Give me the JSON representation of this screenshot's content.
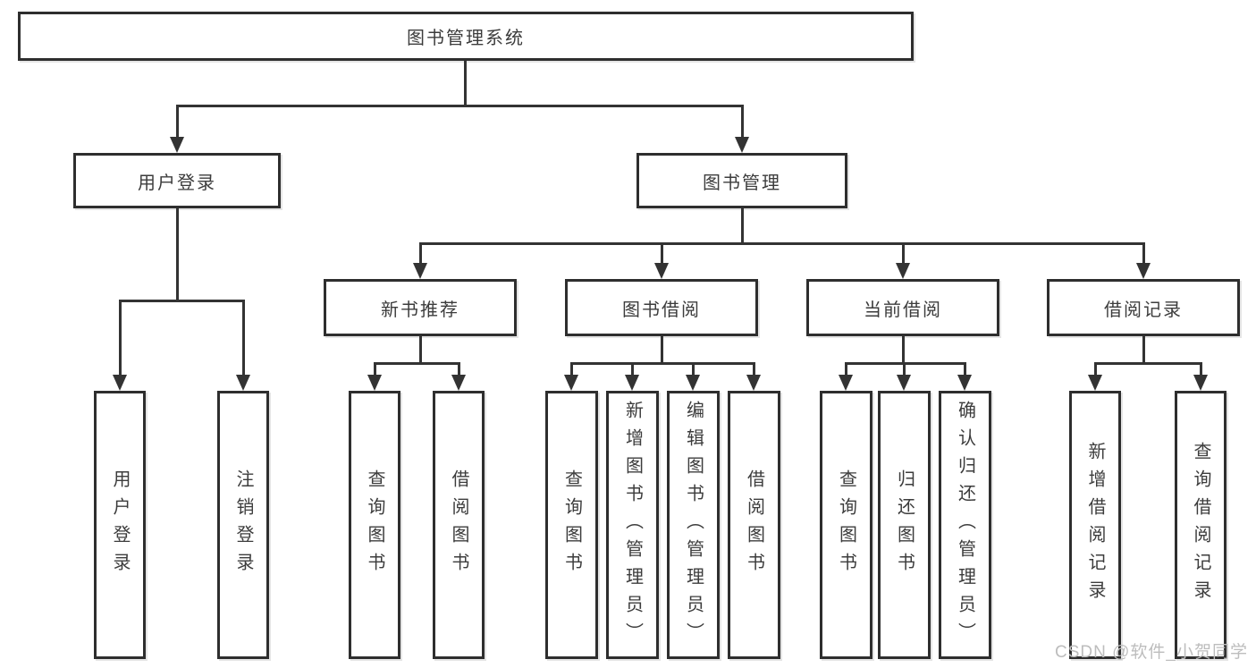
{
  "diagram": {
    "root_label": "图书管理系统",
    "level1": [
      {
        "label": "用户登录"
      },
      {
        "label": "图书管理"
      }
    ],
    "level2": [
      {
        "label": "新书推荐"
      },
      {
        "label": "图书借阅"
      },
      {
        "label": "当前借阅"
      },
      {
        "label": "借阅记录"
      }
    ],
    "leaves": {
      "user_login": [
        "用户登录",
        "注销登录"
      ],
      "new_book_recommend": [
        "查询图书",
        "借阅图书"
      ],
      "book_borrowing": [
        "查询图书",
        "新增图书（管理员）",
        "编辑图书（管理员）",
        "借阅图书"
      ],
      "current_borrowing": [
        "查询图书",
        "归还图书",
        "确认归还（管理员）"
      ],
      "borrowing_records": [
        "新增借阅记录",
        "查询借阅记录"
      ]
    }
  },
  "watermark": {
    "text": "CSDN @软件_小贺同学",
    "color": "#bdbdbd"
  },
  "colors": {
    "line": "#333333",
    "box_border": "#2e2e2e",
    "box_fill": "#ffffff",
    "text": "#3c3c3c",
    "background": "#ffffff"
  }
}
